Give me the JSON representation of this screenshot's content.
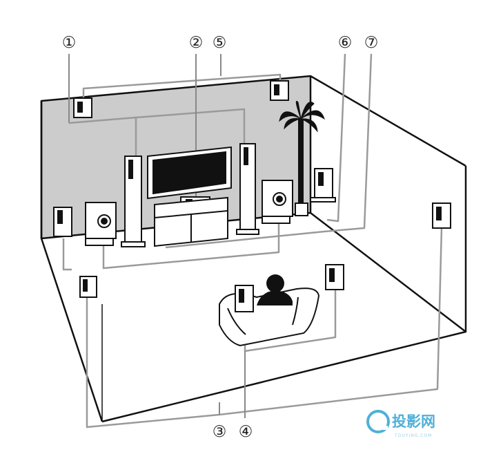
{
  "labels": {
    "l1": "①",
    "l2": "②",
    "l5": "⑤",
    "l6": "⑥",
    "l7": "⑦",
    "l3": "③",
    "l4": "④"
  },
  "watermark": {
    "text": "投影网",
    "sub": "TOUYING.COM"
  },
  "colors": {
    "wall": "#cccccc",
    "line": "#111111",
    "cable": "#9a9a9a",
    "watermark": "#4fb0d8"
  }
}
